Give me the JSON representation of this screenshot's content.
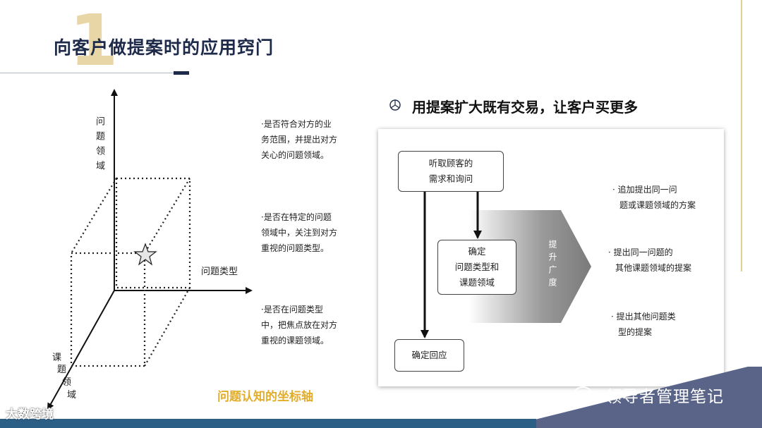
{
  "header": {
    "number": "1",
    "title": "向客户做提案时的应用窍门"
  },
  "left": {
    "axis_y_label": "问题领域",
    "axis_x_label": "问题类型",
    "axis_z_label": "课题领域",
    "notes": [
      "·是否符合对方的业务范围，并提出对方关心的问题领域。",
      "·是否在特定的问题领域中，关注到对方重视的问题类型。",
      "·是否在问题类型中，把焦点放在对方重视的课题领域。"
    ],
    "caption": "问题认知的坐标轴"
  },
  "right": {
    "heading": "用提案扩大既有交易，让客户买更多",
    "boxes": {
      "listen_line1": "听取顾客的",
      "listen_line2": "需求和询问",
      "type_line1": "确定",
      "type_line2": "问题类型和",
      "type_line3": "课题领域",
      "reply": "确定回应"
    },
    "boost_label": "提升广度",
    "notes": {
      "n1_line1": "· 追加提出同一问",
      "n1_line2": "题或课题领域的方案",
      "n2_line1": "· 提出同一问题的",
      "n2_line2": "其他课题领域的提案",
      "n3_line1": "· 提出其他问题类",
      "n3_line2": "型的提案"
    }
  },
  "footer": {
    "wechat": "领导者管理笔记",
    "watermark": "大数跨境"
  },
  "colors": {
    "navy": "#1e2a4a",
    "gold": "#e2ad2d",
    "slate": "#5a6488",
    "band": "#2b5f86"
  }
}
